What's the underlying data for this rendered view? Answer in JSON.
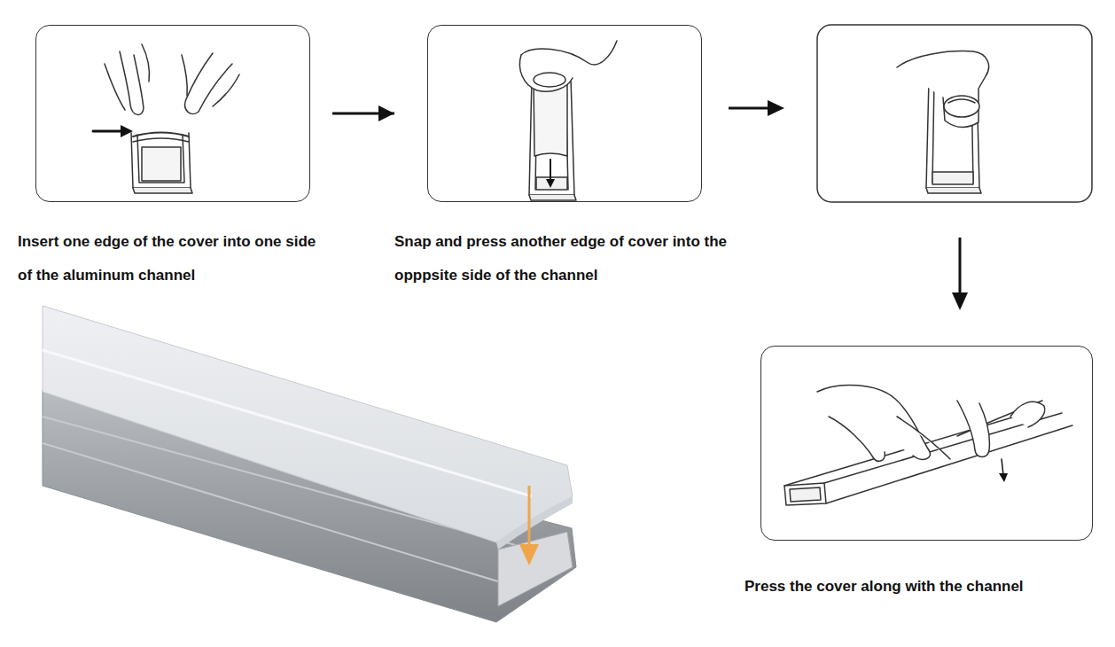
{
  "diagram": {
    "nodes": [
      {
        "text": [
          "Insert one edge of the cover into one side of the aluminum channel"
        ]
      },
      {
        "text": [
          "Snap and press another edge of cover into the opppsite side of the channel"
        ]
      },
      {
        "text": [
          "Press the cover along with the channel"
        ]
      }
    ],
    "edges": [
      {
        "from": 0,
        "to": 1,
        "arrow": "to"
      }
    ]
  }
}
